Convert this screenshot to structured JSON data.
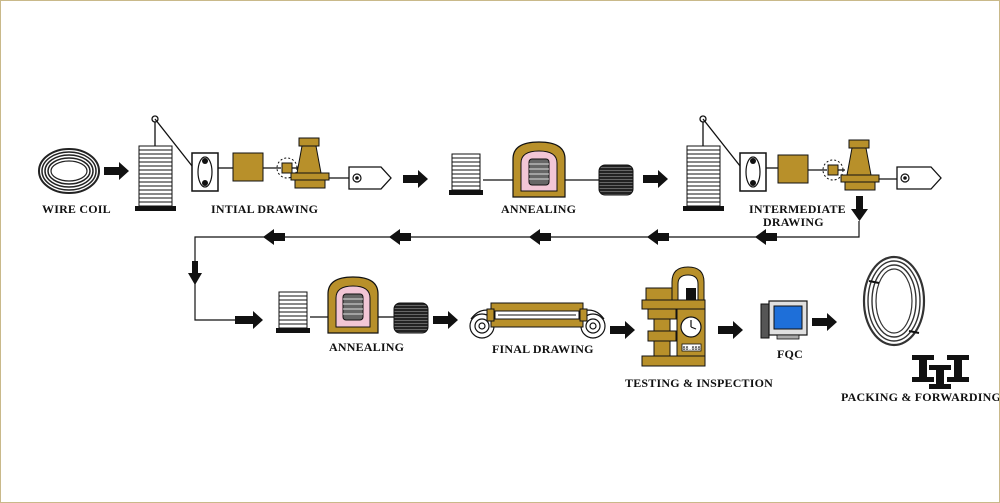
{
  "labels": {
    "wire_coil": "WIRE COIL",
    "initial_drawing": "INTIAL  DRAWING",
    "annealing_1": "ANNEALING",
    "intermediate_line1": "INTERMEDIATE",
    "intermediate_line2": "DRAWING",
    "annealing_2": "ANNEALING",
    "final_drawing": "FINAL DRAWING",
    "testing": "TESTING & INSPECTION",
    "fqc": "FQC",
    "packing": "PACKING & FORWARDING"
  },
  "instrument_readout": "88.888",
  "colors": {
    "machine_gold": "#b8902a",
    "heater_pink": "#f2c6d6",
    "line": "#111111",
    "monitor_blue": "#1e6fd9",
    "frame_border": "#c9b98a"
  }
}
